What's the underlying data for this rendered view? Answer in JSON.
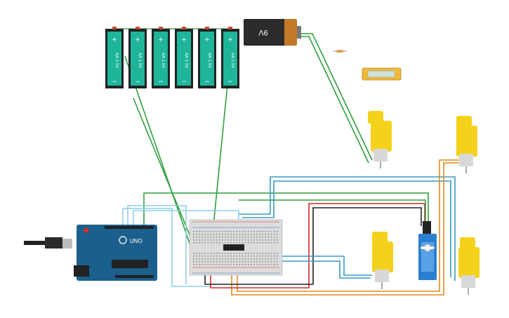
{
  "canvas": {
    "background": "#ffffff",
    "title": "Circuit design canvas"
  },
  "battery_pack": {
    "cells": [
      {
        "plus": "+",
        "label": "AA 1.5V",
        "minus": "−"
      },
      {
        "plus": "+",
        "label": "AA 1.5V",
        "minus": "−"
      },
      {
        "plus": "+",
        "label": "AA 1.5V",
        "minus": "−"
      },
      {
        "plus": "+",
        "label": "AA 1.5V",
        "minus": "−"
      },
      {
        "plus": "+",
        "label": "AA 1.5V",
        "minus": "−"
      },
      {
        "plus": "+",
        "label": "AA 1.5V",
        "minus": "−"
      }
    ],
    "cell_color": "#1fb59b"
  },
  "battery_9v": {
    "label": "9V",
    "body_color": "#2b2b2b",
    "cap_color": "#c27a2a"
  },
  "arduino": {
    "logo_text": "UNO",
    "brand_color": "#1b5f8c"
  },
  "breadboard": {
    "color": "#dcdcdc"
  },
  "motors": {
    "color": "#f4d21b",
    "count": 4
  },
  "servo": {
    "color": "#2a7fd0"
  },
  "lcd": {
    "color": "#f2b83b",
    "screen_color": "#cfe3d6"
  },
  "wire_colors": {
    "green": "#2e9e3e",
    "blue": "#3a98c8",
    "light_blue": "#8fd0e6",
    "orange": "#e08a1e",
    "red": "#d42a2a",
    "black": "#222222"
  }
}
